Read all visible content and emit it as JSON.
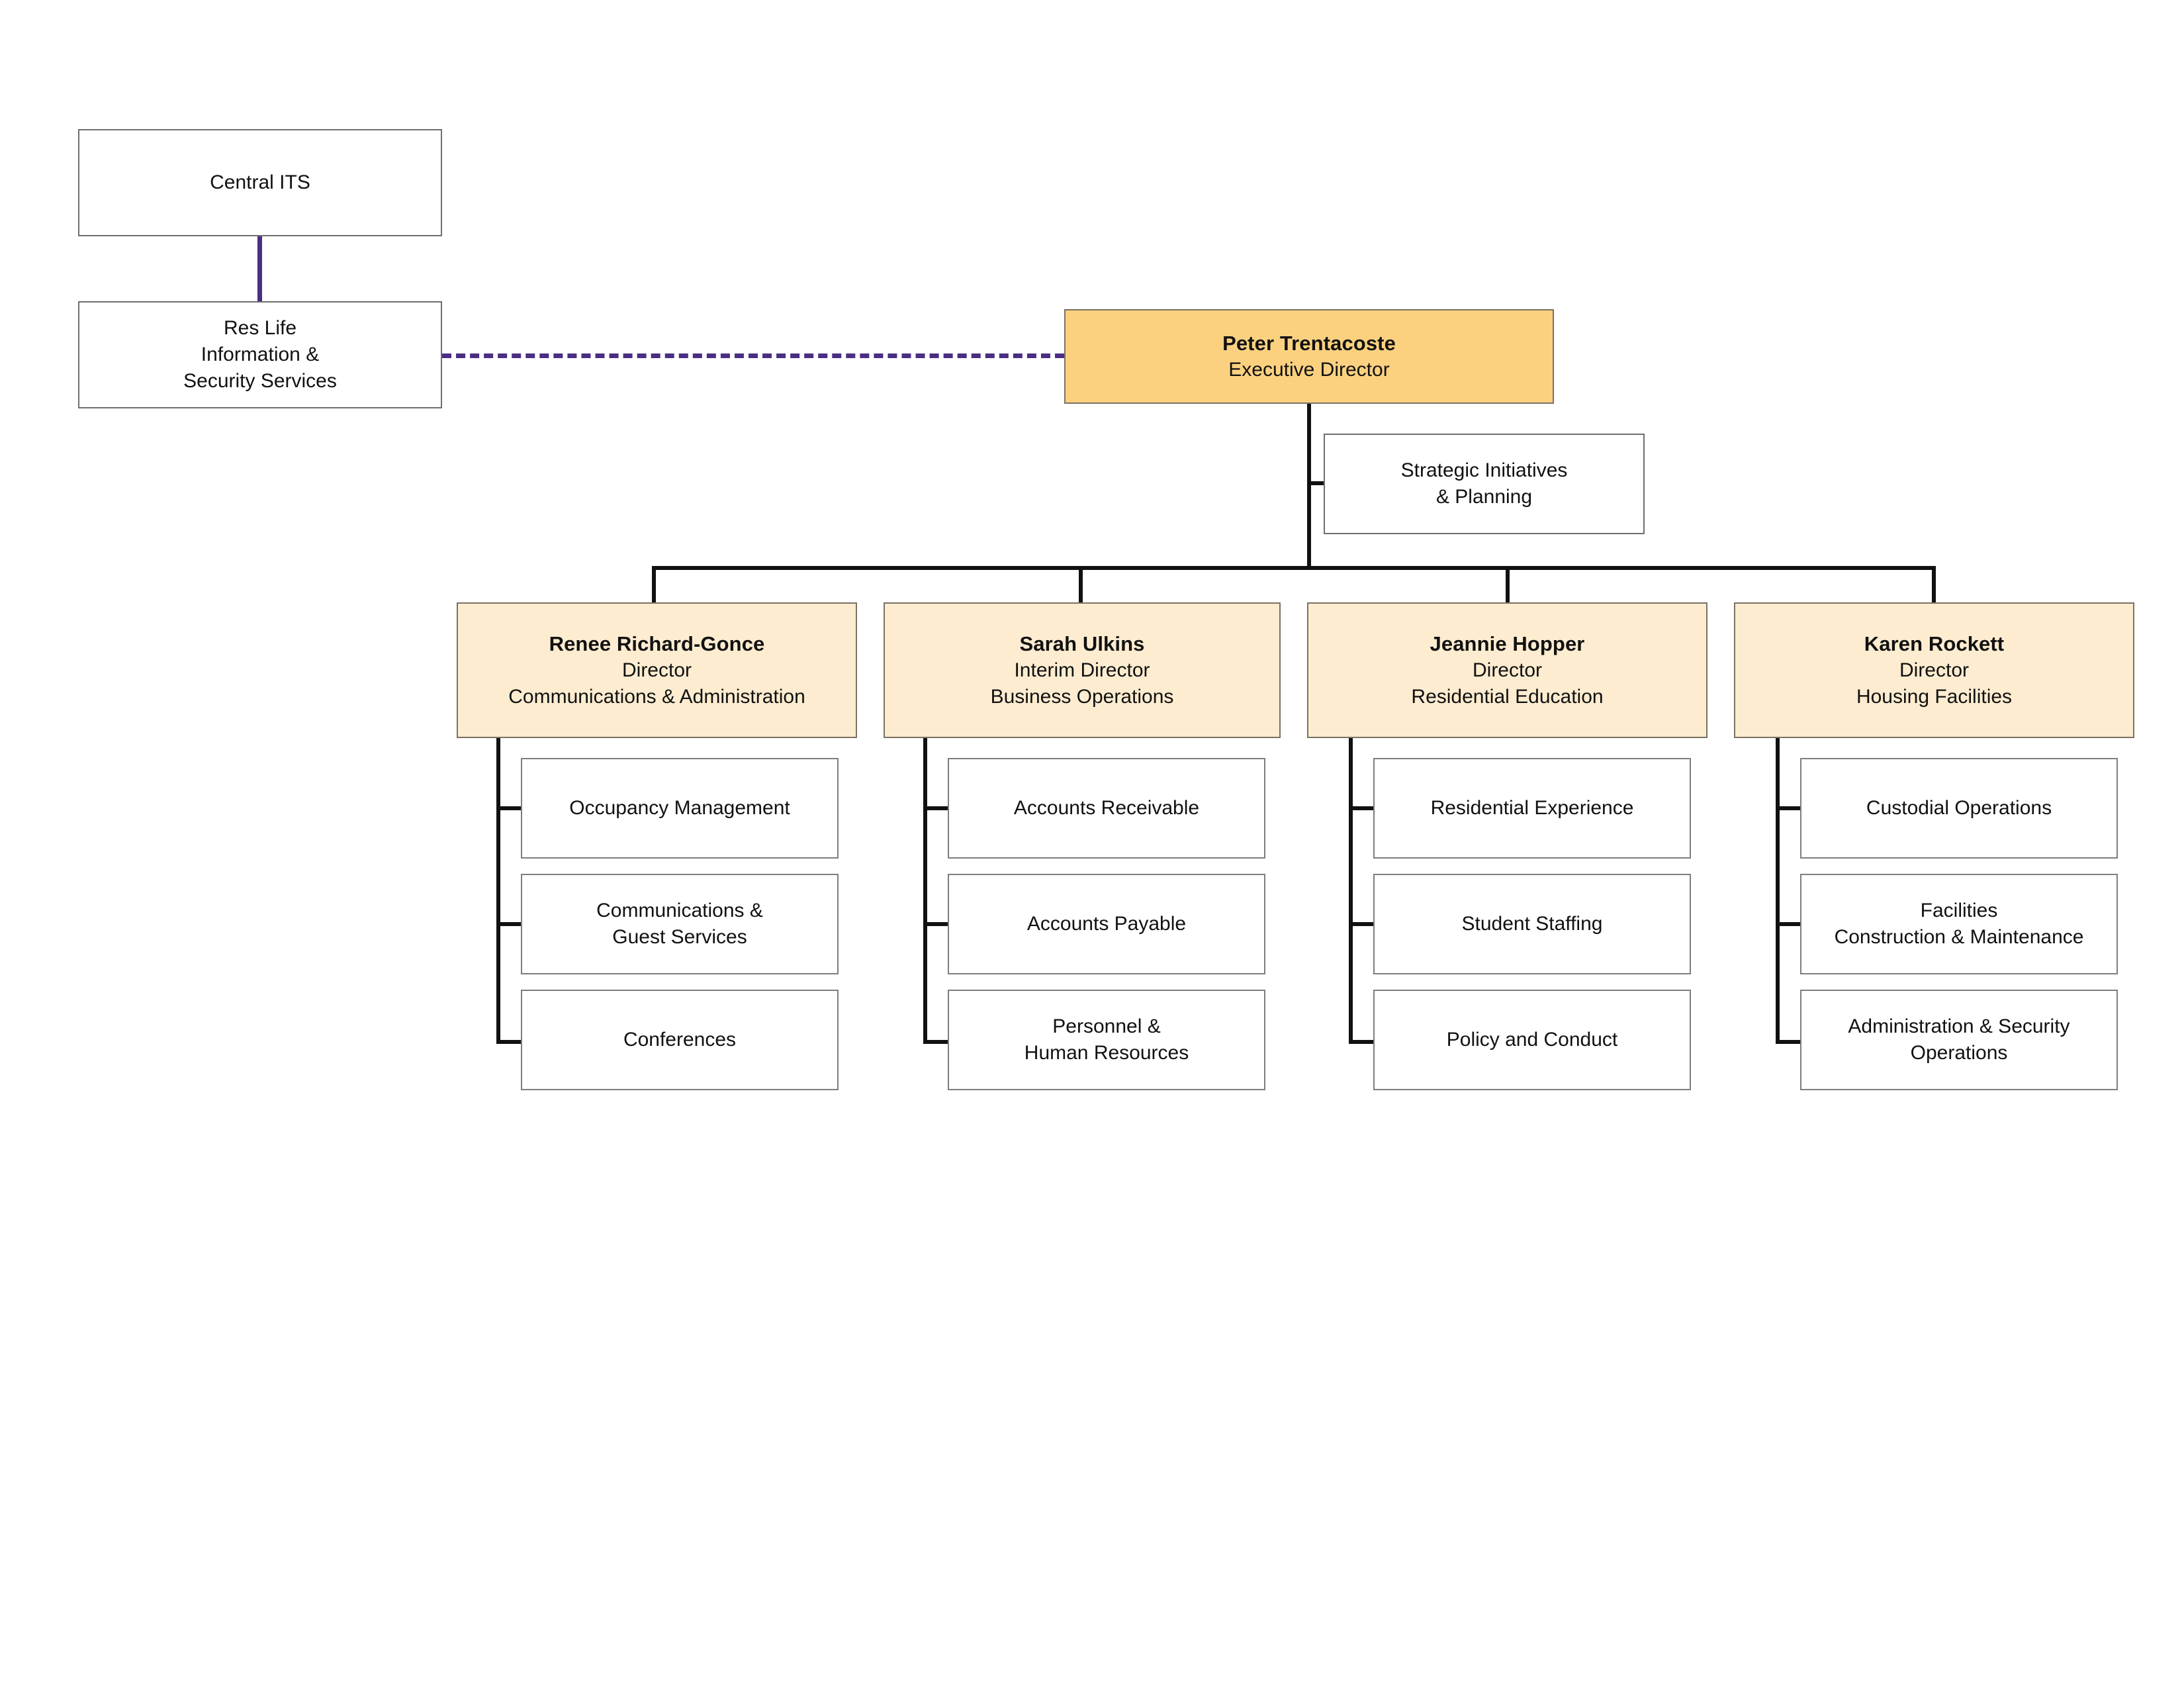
{
  "chart": {
    "kind": "organizational-chart",
    "colors": {
      "executive_fill": "#fbd180",
      "director_fill": "#fdecd0",
      "unit_fill": "#ffffff",
      "box_border": "#7a7264",
      "plain_border": "#6e6e6e",
      "connector": "#111111",
      "dotted_connector": "#4b2d83",
      "background": "#ffffff",
      "text": "#111111"
    }
  },
  "external": {
    "central_its": {
      "label": "Central ITS"
    },
    "res_life_iss": {
      "line1": "Res Life",
      "line2": "Information &",
      "line3": "Security Services"
    }
  },
  "executive": {
    "name": "Peter Trentacoste",
    "title": "Executive Director"
  },
  "staff": {
    "strategic": {
      "line1": "Strategic Initiatives",
      "line2": "& Planning"
    }
  },
  "divisions": [
    {
      "name": "Renee Richard-Gonce",
      "title": "Director",
      "area": "Communications & Administration",
      "units": [
        {
          "line1": "Occupancy Management",
          "line2": ""
        },
        {
          "line1": "Communications &",
          "line2": "Guest Services"
        },
        {
          "line1": "Conferences",
          "line2": ""
        }
      ]
    },
    {
      "name": "Sarah Ulkins",
      "title": "Interim Director",
      "area": "Business Operations",
      "units": [
        {
          "line1": "Accounts Receivable",
          "line2": ""
        },
        {
          "line1": "Accounts Payable",
          "line2": ""
        },
        {
          "line1": "Personnel &",
          "line2": "Human Resources"
        }
      ]
    },
    {
      "name": "Jeannie Hopper",
      "title": "Director",
      "area": "Residential Education",
      "units": [
        {
          "line1": "Residential Experience",
          "line2": ""
        },
        {
          "line1": "Student Staffing",
          "line2": ""
        },
        {
          "line1": "Policy and Conduct",
          "line2": ""
        }
      ]
    },
    {
      "name": "Karen Rockett",
      "title": "Director",
      "area": "Housing Facilities",
      "units": [
        {
          "line1": "Custodial Operations",
          "line2": ""
        },
        {
          "line1": "Facilities",
          "line2": "Construction & Maintenance"
        },
        {
          "line1": "Administration & Security",
          "line2": "Operations"
        }
      ]
    }
  ]
}
